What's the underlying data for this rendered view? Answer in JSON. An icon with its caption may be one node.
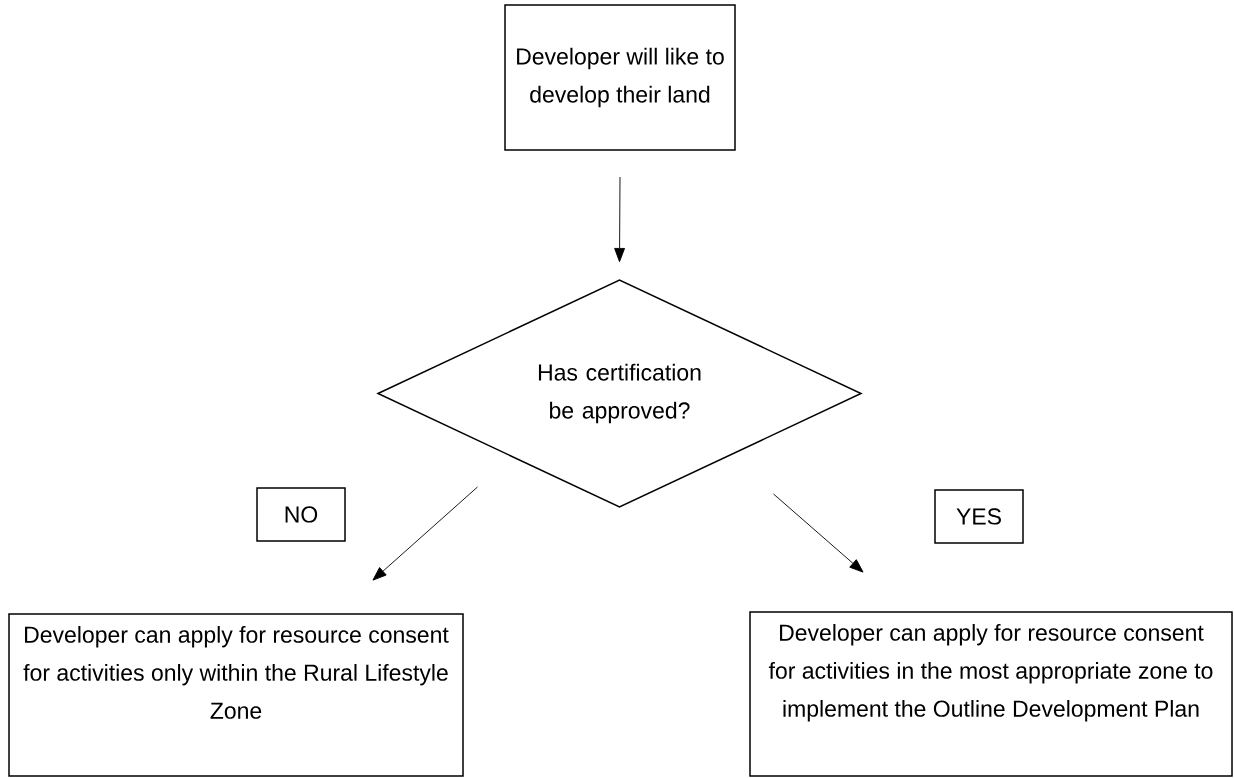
{
  "diagram": {
    "nodes": [
      {
        "text": [
          "Developer will like to develop their land"
        ]
      },
      {
        "text": [
          "Has certification be approved?"
        ]
      },
      {
        "text": [
          "NO"
        ]
      },
      {
        "text": [
          "YES"
        ]
      },
      {
        "text": [
          "Developer can apply for resource consent for activities only within the Rural Lifestyle Zone"
        ]
      },
      {
        "text": [
          "Developer can apply for resource consent for activities in the most appropriate zone to implement the Outline Development Plan"
        ]
      }
    ],
    "edges": [
      {
        "from": 0,
        "to": 1,
        "arrow": "to"
      },
      {
        "from": 1,
        "to": 4,
        "arrow": "to"
      },
      {
        "from": 1,
        "to": 5,
        "arrow": "to"
      }
    ]
  }
}
